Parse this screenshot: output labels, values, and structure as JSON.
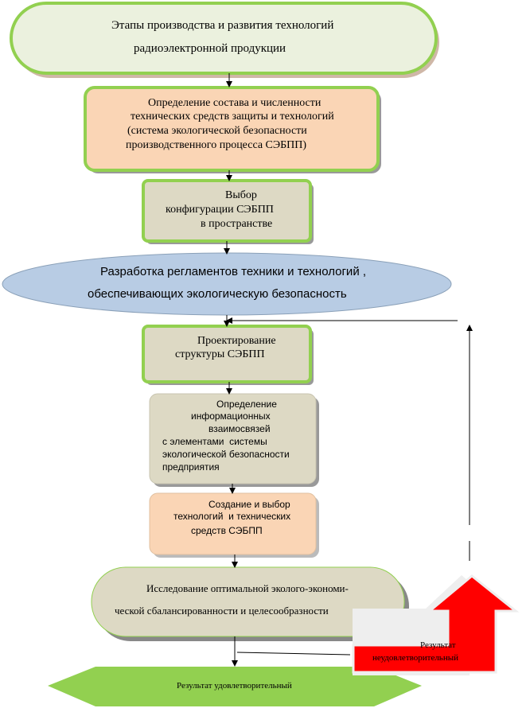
{
  "colors": {
    "green_border": "#92d050",
    "light_green": "#ebf1de",
    "peach": "#fad5b5",
    "beige": "#ddd9c4",
    "blue": "#b8cce4",
    "red": "#ff0000"
  },
  "nodes": {
    "stages": [
      "Этапы производства и развития технологий",
      "радиоэлектронной продукции"
    ],
    "composition": [
      "Определение состава и численности",
      "технических средств защиты и технологий",
      "(система экологической безопасности",
      "производственного процесса СЭБПП)"
    ],
    "configuration": [
      "Выбор",
      "конфигурации СЭБПП",
      "в пространстве"
    ],
    "regulations": [
      "Разработка регламентов техники и технологий ,",
      "обеспечивающих экологическую безопасность"
    ],
    "design": [
      "Проектирование",
      "структуры СЭБПП"
    ],
    "links": [
      "Определение",
      "информационных",
      "взаимосвязей",
      "с элементами  системы",
      "экологической безопасности",
      "предприятия"
    ],
    "creation": [
      "Создание и выбор",
      "технологий  и технических",
      "средств СЭБПП"
    ],
    "research": [
      "Исследование оптимальной эколого-экономи-",
      "ческой сбалансированности и целесообразности"
    ],
    "satisfactory": "Результат удовлетворительный",
    "unsatisfactory": [
      "Результат",
      "неудовлетворительный"
    ]
  }
}
